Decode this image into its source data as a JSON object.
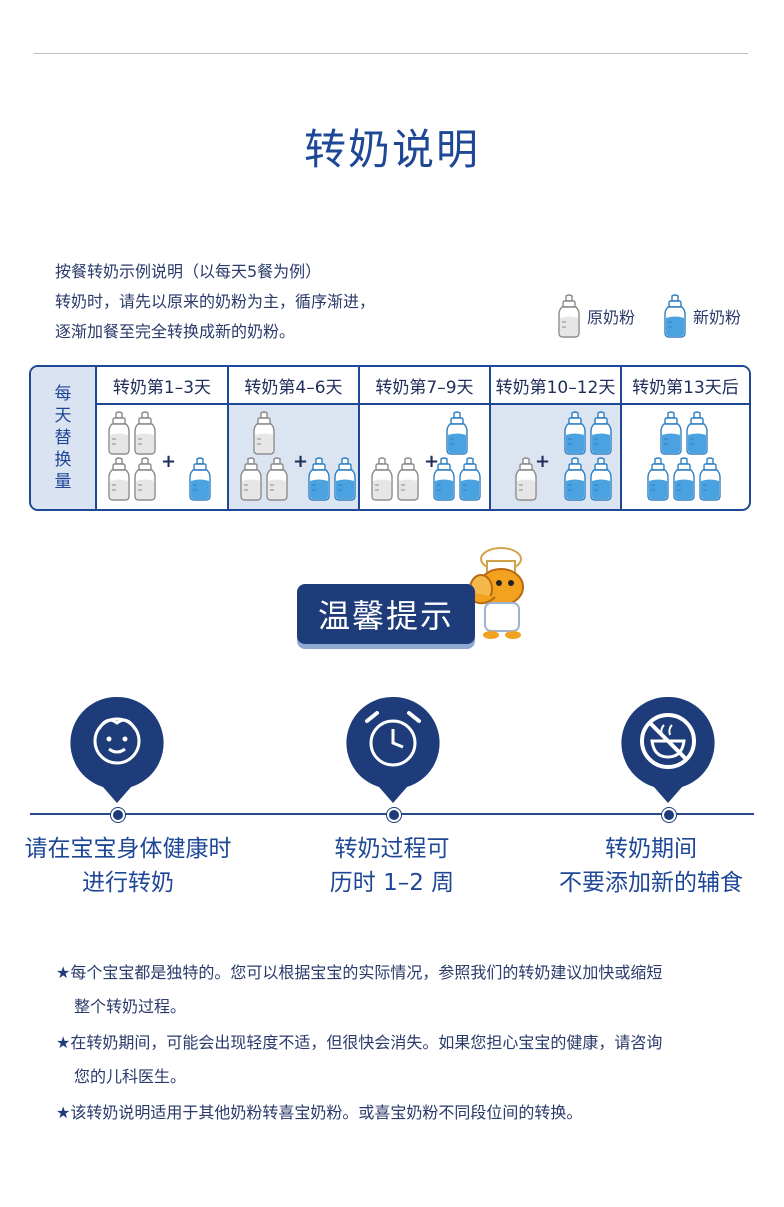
{
  "title": "转奶说明",
  "intro": {
    "line1": "按餐转奶示例说明（以每天5餐为例）",
    "line2": "转奶时，请先以原来的奶粉为主，循序渐进，",
    "line3": "逐渐加餐至完全转换成新的奶粉。"
  },
  "legend": {
    "old_label": "原奶粉",
    "new_label": "新奶粉"
  },
  "table": {
    "side_header": [
      "每",
      "天",
      "替",
      "换",
      "量"
    ],
    "columns": [
      {
        "label": "转奶第1–3天",
        "old": 4,
        "new": 1
      },
      {
        "label": "转奶第4–6天",
        "old": 3,
        "new": 2
      },
      {
        "label": "转奶第7–9天",
        "old": 2,
        "new": 3
      },
      {
        "label": "转奶第10–12天",
        "old": 1,
        "new": 4
      },
      {
        "label": "转奶第13天后",
        "old": 0,
        "new": 5
      }
    ]
  },
  "tip_banner": "温馨提示",
  "tips": [
    {
      "icon": "baby-face-icon",
      "line1": "请在宝宝身体健康时",
      "line2": "进行转奶"
    },
    {
      "icon": "alarm-clock-icon",
      "line1": "转奶过程可",
      "line2": "历时 1–2 周"
    },
    {
      "icon": "no-food-icon",
      "line1": "转奶期间",
      "line2": "不要添加新的辅食"
    }
  ],
  "notes": [
    {
      "star": "★",
      "line1": "每个宝宝都是独特的。您可以根据宝宝的实际情况，参照我们的转奶建议加快或缩短",
      "line2": "整个转奶过程。"
    },
    {
      "star": "★",
      "line1": "在转奶期间，可能会出现轻度不适，但很快会消失。如果您担心宝宝的健康，请咨询",
      "line2": "您的儿科医生。"
    },
    {
      "star": "★",
      "line1": "该转奶说明适用于其他奶粉转喜宝奶粉。或喜宝奶粉不同段位间的转换。",
      "line2": ""
    }
  ],
  "colors": {
    "brand": "#1e4796",
    "new_milk": "#4aa3e0",
    "old_milk": "#e6e6e6"
  }
}
